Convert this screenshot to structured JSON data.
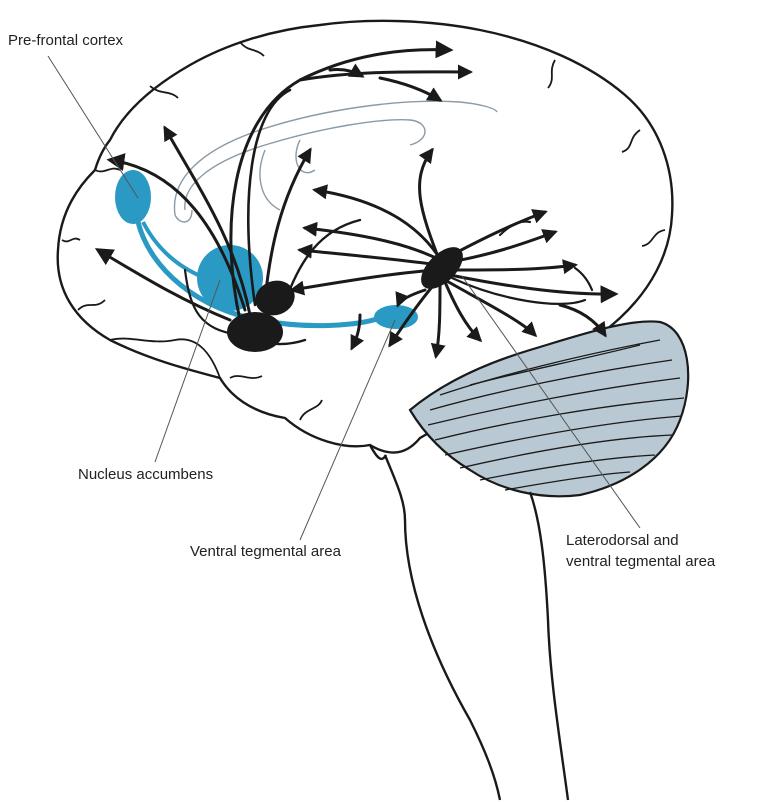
{
  "labels": {
    "prefrontal_cortex": "Pre-frontal cortex",
    "nucleus_accumbens": "Nucleus accumbens",
    "ventral_tegmental_area": "Ventral tegmental area",
    "laterodorsal_line1": "Laterodorsal and",
    "laterodorsal_line2": "ventral tegmental area"
  },
  "colors": {
    "outline": "#1a1a1a",
    "blue_pathway": "#2a9ac4",
    "cerebellum_fill": "#b9c9d3",
    "leader_line": "#555555",
    "background": "#ffffff"
  }
}
